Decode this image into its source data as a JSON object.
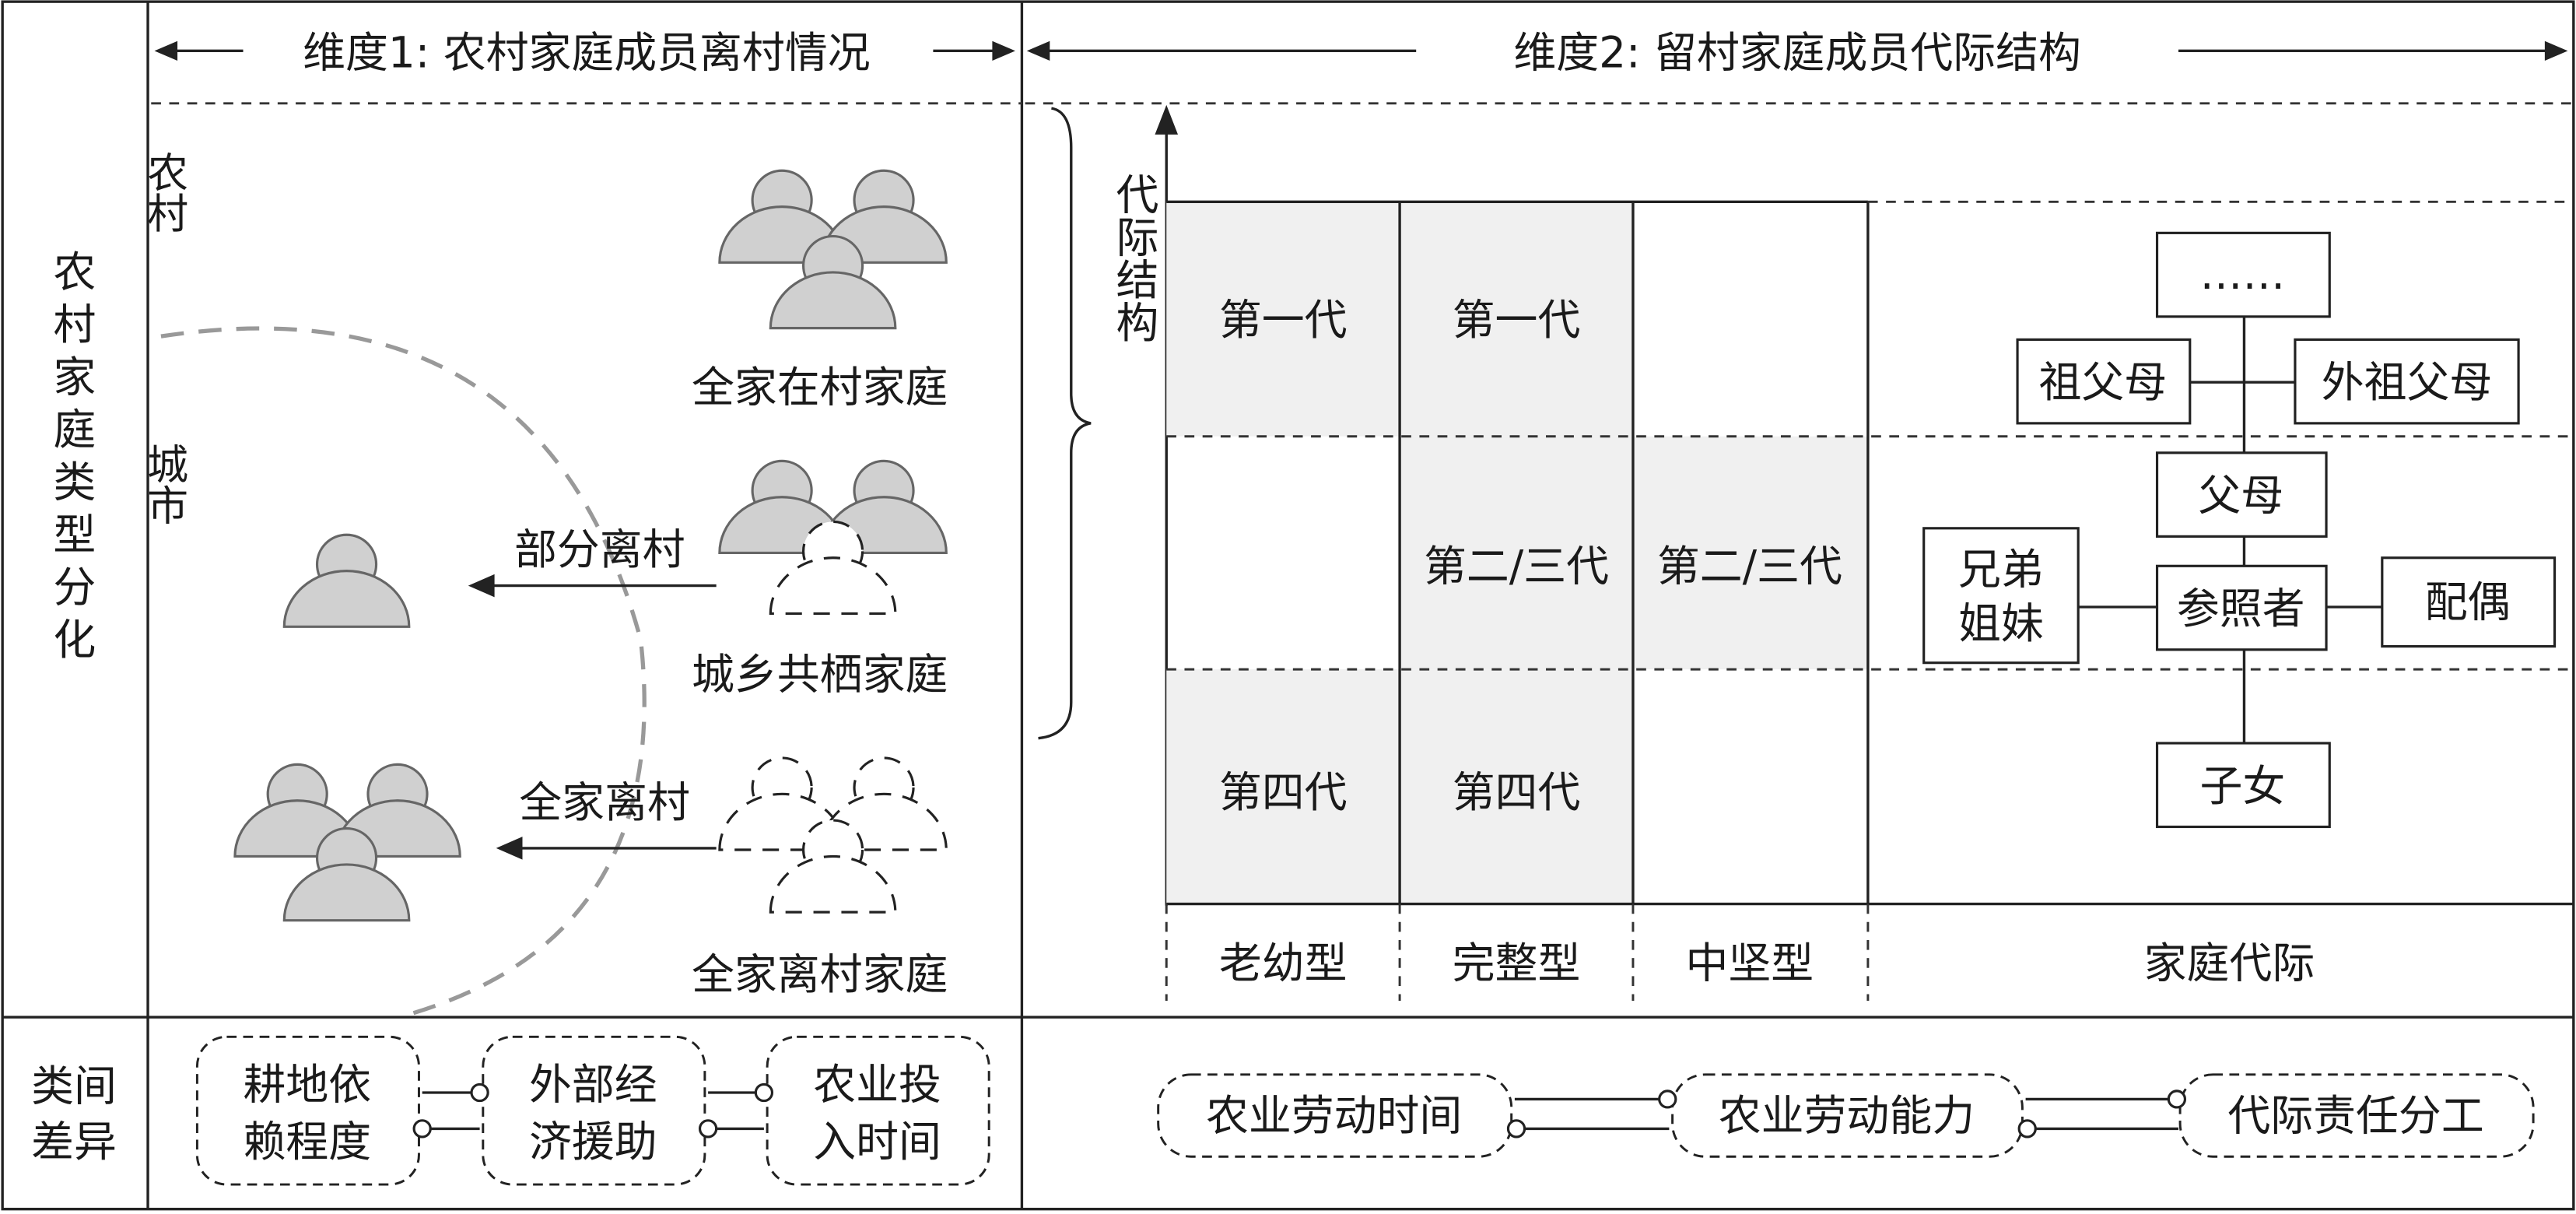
{
  "headers": {
    "dim1": "维度1: 农村家庭成员离村情况",
    "dim2": "维度2: 留村家庭成员代际结构"
  },
  "left_axis": {
    "label": "农村家庭类型分化",
    "bottom_label_line1": "类间",
    "bottom_label_line2": "差异"
  },
  "dim1": {
    "zone_rural": "农村",
    "zone_city": "城市",
    "family_all_stay": "全家在村家庭",
    "family_cohabit": "城乡共栖家庭",
    "family_all_leave": "全家离村家庭",
    "arrow_partial": "部分离村",
    "arrow_all": "全家离村"
  },
  "dim2": {
    "y_axis_label": "代际结构",
    "grid": {
      "col1": {
        "row1": "第一代",
        "row2": "",
        "row3": "第四代"
      },
      "col2": {
        "row1": "第一代",
        "row2": "第二/三代",
        "row3": "第四代"
      },
      "col3": {
        "row1": "",
        "row2": "第二/三代",
        "row3": ""
      }
    },
    "categories": [
      "老幼型",
      "完整型",
      "中坚型",
      "家庭代际"
    ],
    "tree": {
      "top": "……",
      "grandparents": "祖父母",
      "maternal_grandparents": "外祖父母",
      "parents": "父母",
      "siblings_line1": "兄弟",
      "siblings_line2": "姐妹",
      "reference": "参照者",
      "spouse": "配偶",
      "children": "子女"
    }
  },
  "differences": {
    "dim1_items": [
      {
        "line1": "耕地依",
        "line2": "赖程度"
      },
      {
        "line1": "外部经",
        "line2": "济援助"
      },
      {
        "line1": "农业投",
        "line2": "入时间"
      }
    ],
    "dim2_items": [
      "农业劳动时间",
      "农业劳动能力",
      "代际责任分工"
    ]
  },
  "colors": {
    "cell_fill": "#f0f0f0",
    "person_fill": "#d0d0d0",
    "city_boundary": "#999999",
    "line": "#222222"
  }
}
